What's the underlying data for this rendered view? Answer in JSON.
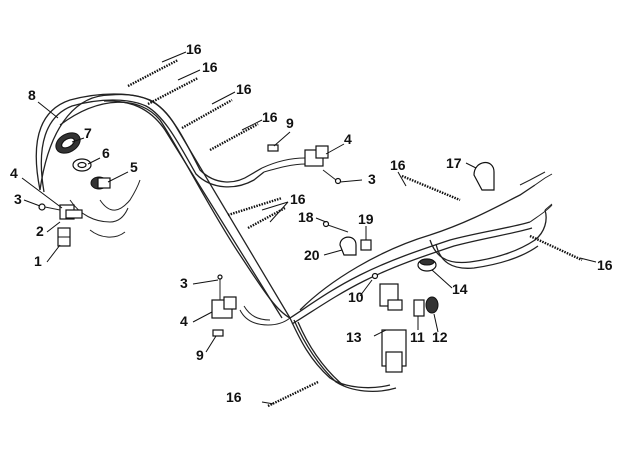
{
  "diagram": {
    "callouts": [
      {
        "id": "c-16a",
        "label": "16"
      },
      {
        "id": "c-16b",
        "label": "16"
      },
      {
        "id": "c-16c",
        "label": "16"
      },
      {
        "id": "c-16d",
        "label": "16"
      },
      {
        "id": "c-16e",
        "label": "16"
      },
      {
        "id": "c-16f",
        "label": "16"
      },
      {
        "id": "c-16g",
        "label": "16"
      },
      {
        "id": "c-16h",
        "label": "16"
      },
      {
        "id": "c-8",
        "label": "8"
      },
      {
        "id": "c-7",
        "label": "7"
      },
      {
        "id": "c-6",
        "label": "6"
      },
      {
        "id": "c-5",
        "label": "5"
      },
      {
        "id": "c-4a",
        "label": "4"
      },
      {
        "id": "c-4b",
        "label": "4"
      },
      {
        "id": "c-4c",
        "label": "4"
      },
      {
        "id": "c-3a",
        "label": "3"
      },
      {
        "id": "c-3b",
        "label": "3"
      },
      {
        "id": "c-3c",
        "label": "3"
      },
      {
        "id": "c-2",
        "label": "2"
      },
      {
        "id": "c-1",
        "label": "1"
      },
      {
        "id": "c-9a",
        "label": "9"
      },
      {
        "id": "c-9b",
        "label": "9"
      },
      {
        "id": "c-17",
        "label": "17"
      },
      {
        "id": "c-18",
        "label": "18"
      },
      {
        "id": "c-19",
        "label": "19"
      },
      {
        "id": "c-20",
        "label": "20"
      },
      {
        "id": "c-10",
        "label": "10"
      },
      {
        "id": "c-11",
        "label": "11"
      },
      {
        "id": "c-12",
        "label": "12"
      },
      {
        "id": "c-13",
        "label": "13"
      },
      {
        "id": "c-14",
        "label": "14"
      }
    ]
  }
}
